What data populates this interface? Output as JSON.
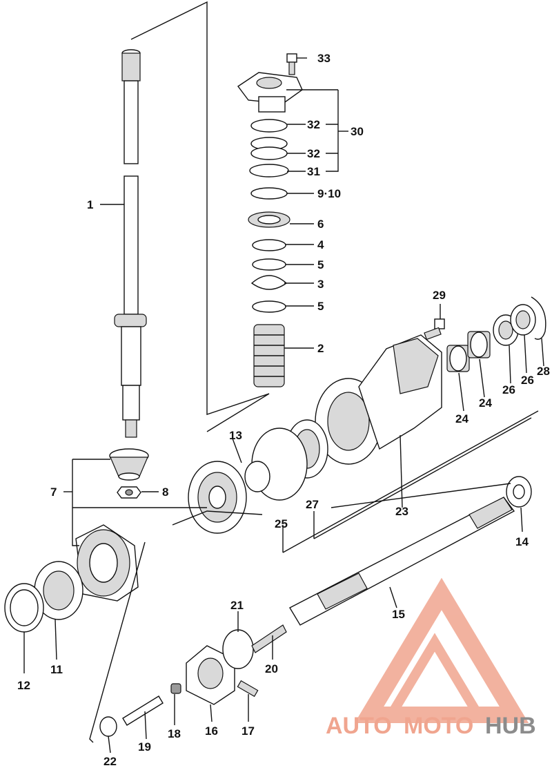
{
  "labels": {
    "p1": "1",
    "p2": "2",
    "p3": "3",
    "p4": "4",
    "p5a": "5",
    "p5b": "5",
    "p6": "6",
    "p7": "7",
    "p8": "8",
    "p9_10": "9·10",
    "p11": "11",
    "p12": "12",
    "p13": "13",
    "p14": "14",
    "p15": "15",
    "p16": "16",
    "p17": "17",
    "p18": "18",
    "p19": "19",
    "p20": "20",
    "p21": "21",
    "p22": "22",
    "p23": "23",
    "p24a": "24",
    "p24b": "24",
    "p25": "25",
    "p26a": "26",
    "p26b": "26",
    "p27": "27",
    "p28": "28",
    "p29": "29",
    "p30": "30",
    "p31": "31",
    "p32a": "32",
    "p32b": "32",
    "p33": "33"
  },
  "watermark": {
    "auto": "AUTO",
    "moto": "MOTO",
    "hub": "HUB",
    "red": "#f0a58f",
    "grey": "#8c8c8c"
  }
}
